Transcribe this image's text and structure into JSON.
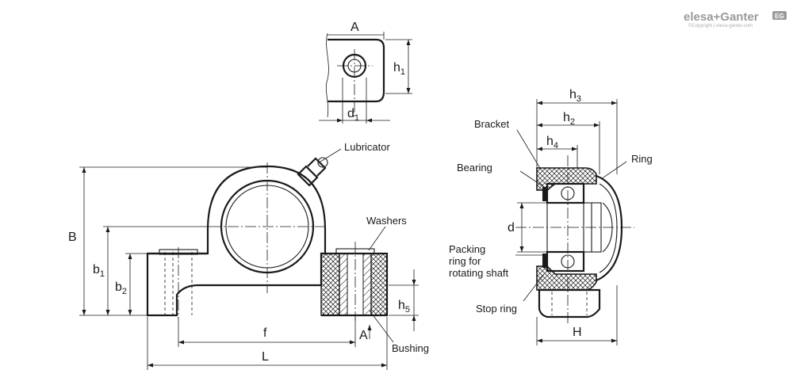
{
  "logo": {
    "brand": "elesa+Ganter",
    "copyright": "©Copyright | elesa-ganter.com",
    "badge": "EG"
  },
  "labels": {
    "lubricator": "Lubricator",
    "washers": "Washers",
    "bushing": "Bushing",
    "bracket": "Bracket",
    "bearing": "Bearing",
    "ring": "Ring",
    "packing_ring": [
      "Packing",
      "ring for",
      "rotating shaft"
    ],
    "stop_ring": "Stop ring"
  },
  "dimensions": {
    "A": "A",
    "h1": "h1",
    "d1": "d1",
    "B": "B",
    "b1": "b1",
    "b2": "b2",
    "f": "f",
    "L": "L",
    "h5": "h5",
    "section_A": "A",
    "h3": "h3",
    "h2": "h2",
    "h4": "h4",
    "d": "d",
    "H": "H"
  }
}
